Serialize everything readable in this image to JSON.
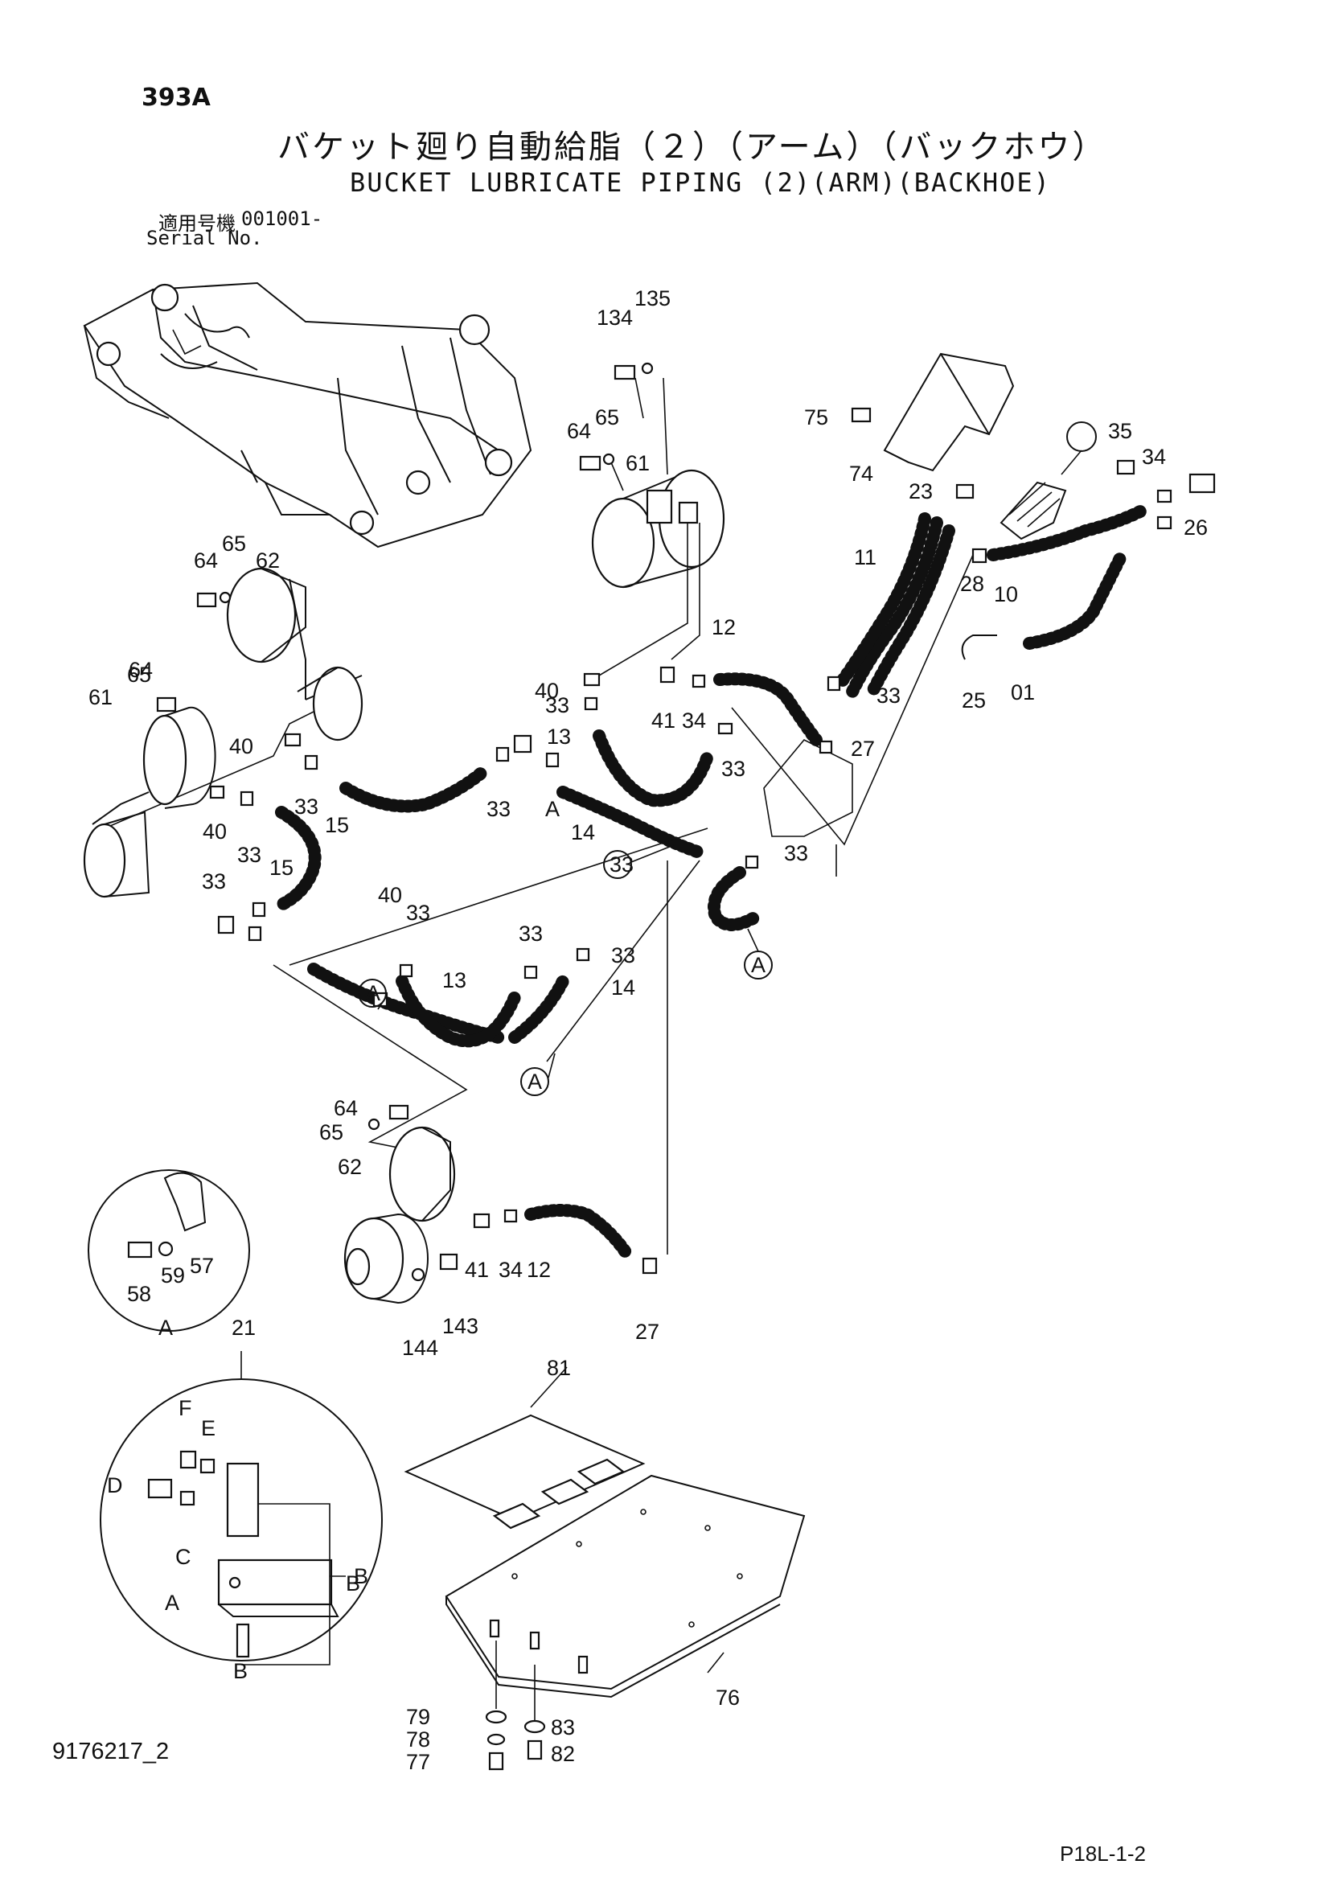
{
  "header": {
    "page_number": "393A",
    "title_ja": "バケット廻り自動給脂（２）（アーム）（バックホウ）",
    "title_en": "BUCKET LUBRICATE PIPING (2)(ARM)(BACKHOE)",
    "serial_label_ja": "適用号機",
    "serial_value": "001001-",
    "serial_label_en": "Serial No."
  },
  "callouts": [
    "134",
    "135",
    "64",
    "65",
    "61",
    "75",
    "74",
    "35",
    "34",
    "23",
    "26",
    "11",
    "28",
    "10",
    "64",
    "65",
    "62",
    "12",
    "25",
    "01",
    "64",
    "65",
    "61",
    "40",
    "33",
    "41",
    "34",
    "33",
    "27",
    "13",
    "40",
    "33",
    "15",
    "33",
    "33",
    "14",
    "40",
    "33",
    "15",
    "33",
    "A",
    "33",
    "33",
    "40",
    "33",
    "A",
    "13",
    "33",
    "33",
    "14",
    "A",
    "A",
    "64",
    "65",
    "62",
    "41",
    "34",
    "12",
    "144",
    "143",
    "27",
    "58",
    "59",
    "57",
    "A",
    "21",
    "81",
    "F",
    "E",
    "D",
    "C",
    "A",
    "B",
    "B",
    "76",
    "79",
    "78",
    "83",
    "77",
    "82",
    "B"
  ],
  "footer": {
    "drawing_id": "9176217_2",
    "page_code": "P18L-1-2"
  }
}
